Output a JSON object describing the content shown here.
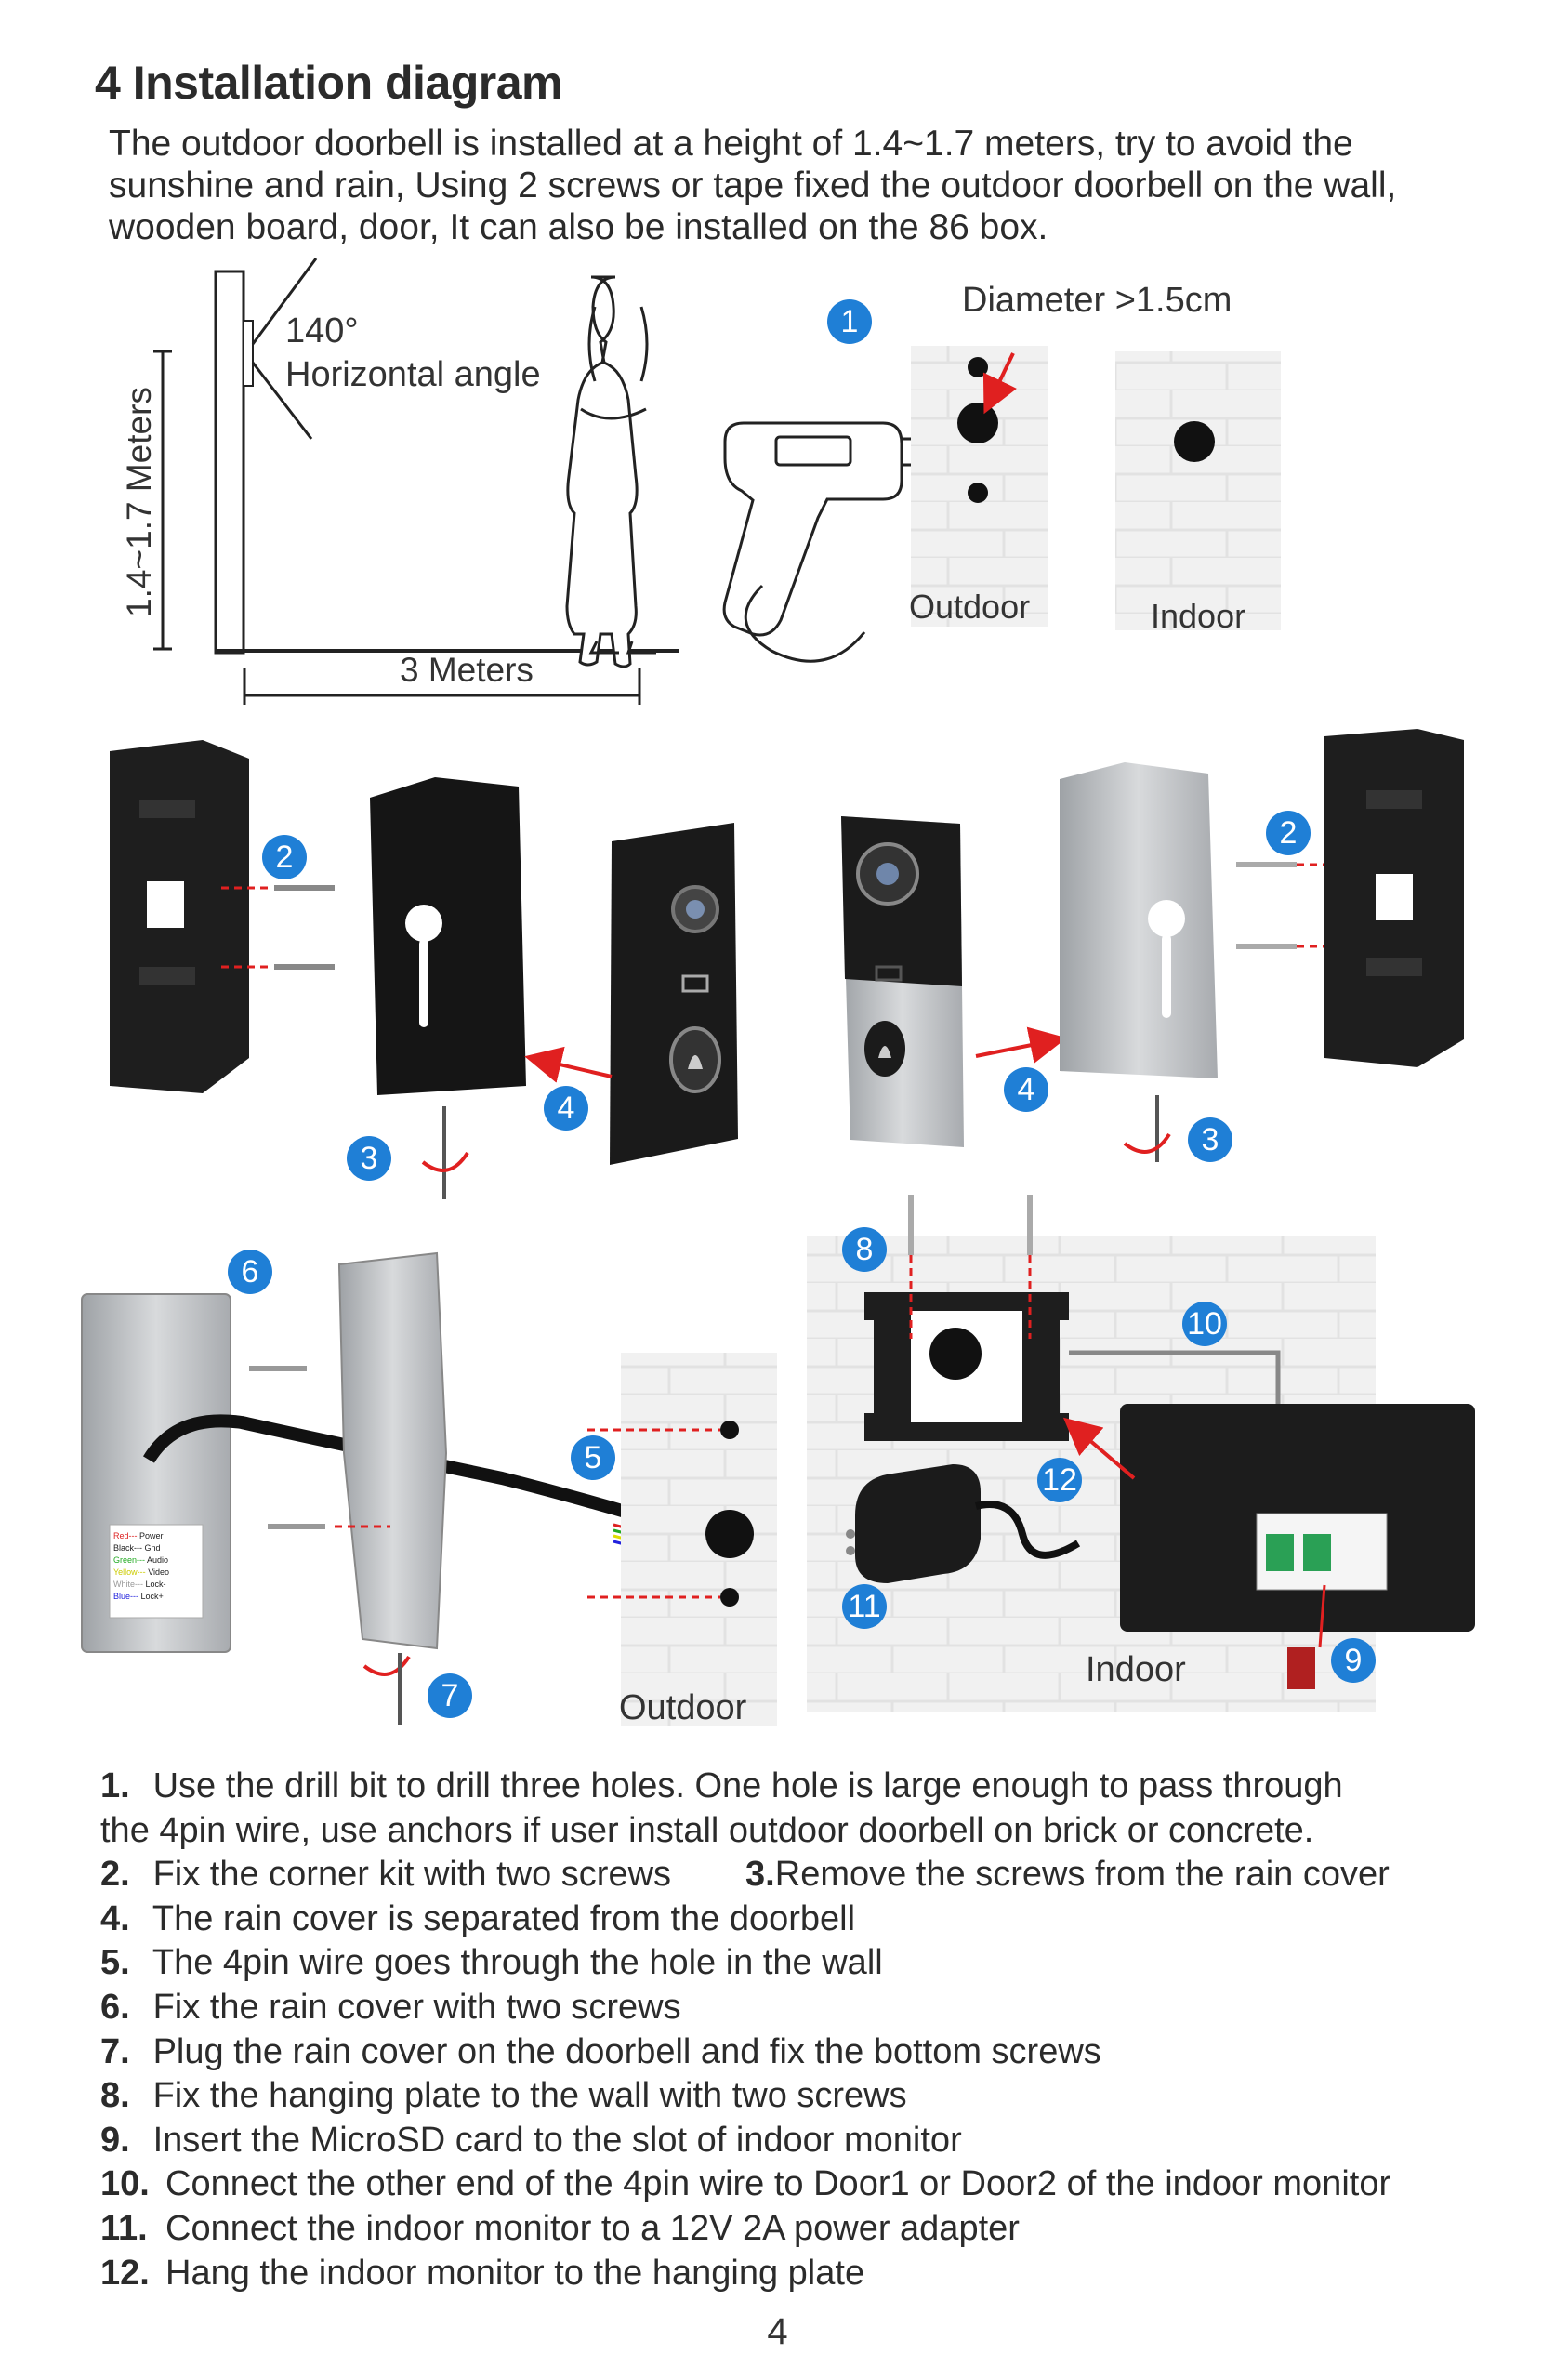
{
  "header": {
    "title": "4  Installation diagram",
    "intro": "The outdoor doorbell is installed at a height of 1.4~1.7 meters, try to avoid the sunshine and rain, Using 2 screws or tape fixed the  outdoor doorbell on the wall, wooden board, door, It can also be installed on the 86 box."
  },
  "diagram": {
    "angle_value": "140°",
    "angle_label": "Horizontal angle",
    "height_label": "1.4~1.7 Meters",
    "distance_label": "3 Meters",
    "diameter_label": "Diameter >1.5cm",
    "outdoor_label_top": "Outdoor",
    "indoor_label_top": "Indoor",
    "outdoor_label_bottom": "Outdoor",
    "indoor_label_bottom": "Indoor",
    "wire_legend": [
      {
        "left": "Red---",
        "right": "Power",
        "color": "#d22"
      },
      {
        "left": "Black---",
        "right": "Gnd",
        "color": "#222"
      },
      {
        "left": "Green---",
        "right": "Audio",
        "color": "#2a2"
      },
      {
        "left": "Yellow---",
        "right": "Video",
        "color": "#dd0"
      },
      {
        "left": "White---",
        "right": "Lock-",
        "color": "#999"
      },
      {
        "left": "Blue---",
        "right": "Lock+",
        "color": "#22d"
      }
    ],
    "badges": [
      "1",
      "2",
      "3",
      "4",
      "4",
      "3",
      "2",
      "6",
      "5",
      "7",
      "8",
      "10",
      "12",
      "11",
      "9"
    ]
  },
  "steps": [
    {
      "num": "1.",
      "text": "Use the drill bit to drill three holes. One hole is large enough to pass through",
      "cont": "the 4pin wire, use anchors if user install outdoor doorbell on brick or concrete."
    },
    {
      "num": "2.",
      "text": "Fix the corner kit with two screws",
      "num2": "3.",
      "text2": "Remove the screws from the rain cover"
    },
    {
      "num": "4.",
      "text": "The rain cover is separated from the doorbell"
    },
    {
      "num": "5.",
      "text": "The 4pin wire goes through the hole in the wall"
    },
    {
      "num": "6.",
      "text": "Fix the rain cover with two screws"
    },
    {
      "num": "7.",
      "text": "Plug the rain cover on the doorbell and fix the bottom screws"
    },
    {
      "num": "8.",
      "text": "Fix the hanging plate to the wall with two screws"
    },
    {
      "num": "9.",
      "text": "Insert the MicroSD card to the slot of indoor monitor"
    },
    {
      "num": "10.",
      "text": "Connect the other end of the 4pin wire to Door1 or Door2 of the indoor monitor"
    },
    {
      "num": "11.",
      "text": "Connect the indoor monitor to a 12V 2A power adapter"
    },
    {
      "num": "12.",
      "text": "Hang the indoor monitor to the hanging plate"
    }
  ],
  "page_number": "4",
  "colors": {
    "badge": "#1f7fd6",
    "arrow": "#e02020",
    "device_dark": "#1e1e1e",
    "device_silver": "#b9bcc0"
  }
}
